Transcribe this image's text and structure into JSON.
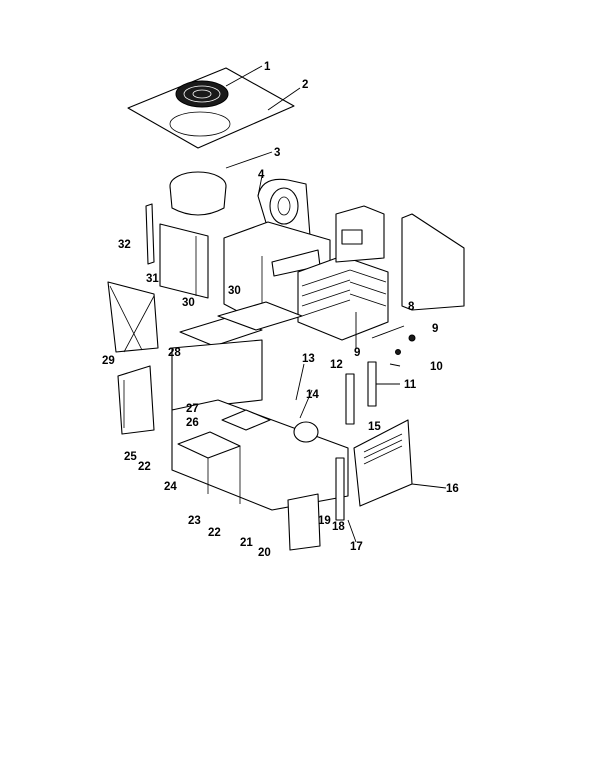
{
  "callouts": [
    "1",
    "2",
    "3",
    "4",
    "32",
    "31",
    "30",
    "30",
    "29",
    "28",
    "27",
    "26",
    "25",
    "22",
    "24",
    "23",
    "22",
    "21",
    "20",
    "13",
    "14",
    "12",
    "8",
    "9",
    "9",
    "10",
    "11",
    "15",
    "16",
    "19",
    "18",
    "17"
  ]
}
